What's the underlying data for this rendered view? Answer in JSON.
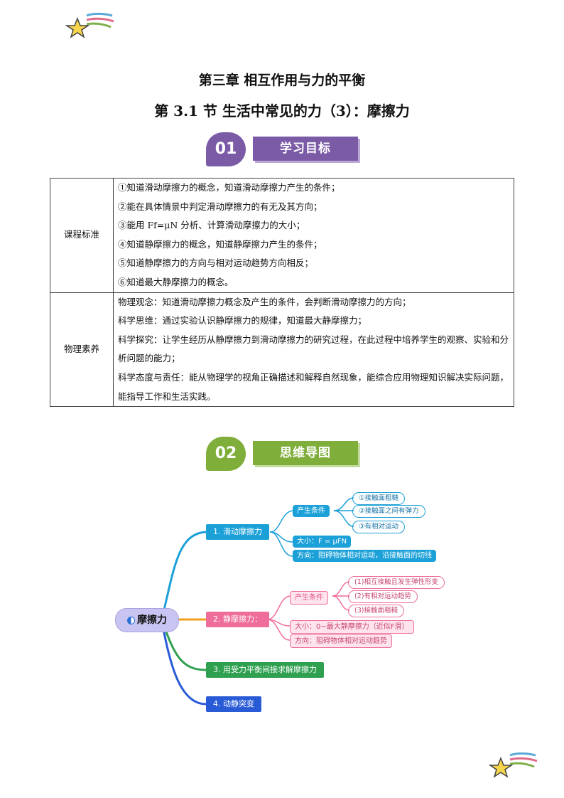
{
  "heading": {
    "chapter": "第三章  相互作用与力的平衡",
    "section": "第 3.1 节  生活中常见的力（3）：摩擦力"
  },
  "sections": [
    {
      "num": "01",
      "label": "学习目标"
    },
    {
      "num": "02",
      "label": "思维导图"
    }
  ],
  "goals_table": {
    "rows": [
      {
        "head": "课程标准",
        "lines": [
          "①知道滑动摩擦力的概念，知道滑动摩擦力产生的条件；",
          "②能在具体情景中判定滑动摩擦力的有无及其方向；",
          "③能用  Ff=μN  分析、计算滑动摩擦力的大小；",
          "④知道静摩擦力的概念，知道静摩擦力产生的条件；",
          "⑤知道静摩擦力的方向与相对运动趋势方向相反；",
          "⑥知道最大静摩擦力的概念。"
        ]
      },
      {
        "head": "物理素养",
        "lines": [
          "物理观念：知道滑动摩擦力概念及产生的条件，会判断滑动摩擦力的方向；",
          "科学思维：通过实验认识静摩擦力的规律，知道最大静摩擦力；",
          "科学探究：让学生经历从静摩擦力到滑动摩擦力的研究过程，在此过程中培养学生的观察、实验和分析问题的能力；",
          "科学态度与责任：能从物理学的视角正确描述和解释自然现象，能综合应用物理知识解决实际问题，能指导工作和生活实践。"
        ]
      }
    ]
  },
  "mindmap": {
    "root": "摩擦力",
    "branches": {
      "b1": {
        "label": "1. 滑动摩擦力",
        "cond_label": "产生条件",
        "conds": [
          "①接触面粗糙",
          "②接触面之间有弹力",
          "③有相对运动"
        ],
        "size": "大小：F = μFN",
        "dir": "方向：阻碍物体相对运动，沿接触面的切线"
      },
      "b2": {
        "label": "2. 静摩擦力：",
        "cond_label": "产生条件",
        "conds": [
          "(1)相互接触且发生弹性形变",
          "(2)有相对运动趋势",
          "(3)接触面粗糙"
        ],
        "size": "大小：0~最大静摩擦力（近似F滑）",
        "dir": "方向：阻碍物体相对运动趋势"
      },
      "b3": {
        "label": "3. 用受力平衡间接求解摩擦力"
      },
      "b4": {
        "label": "4. 动静突变"
      }
    }
  },
  "colors": {
    "purple": "#7b5aa6",
    "green": "#7fae3a",
    "blue": "#1ba0d8",
    "pink": "#ef6d9a",
    "dark_green": "#2ea050",
    "royal_blue": "#2a5bd7",
    "root_bg": "#c9c5f2"
  },
  "icons": [
    "star-icon",
    "half-circle-icon"
  ]
}
